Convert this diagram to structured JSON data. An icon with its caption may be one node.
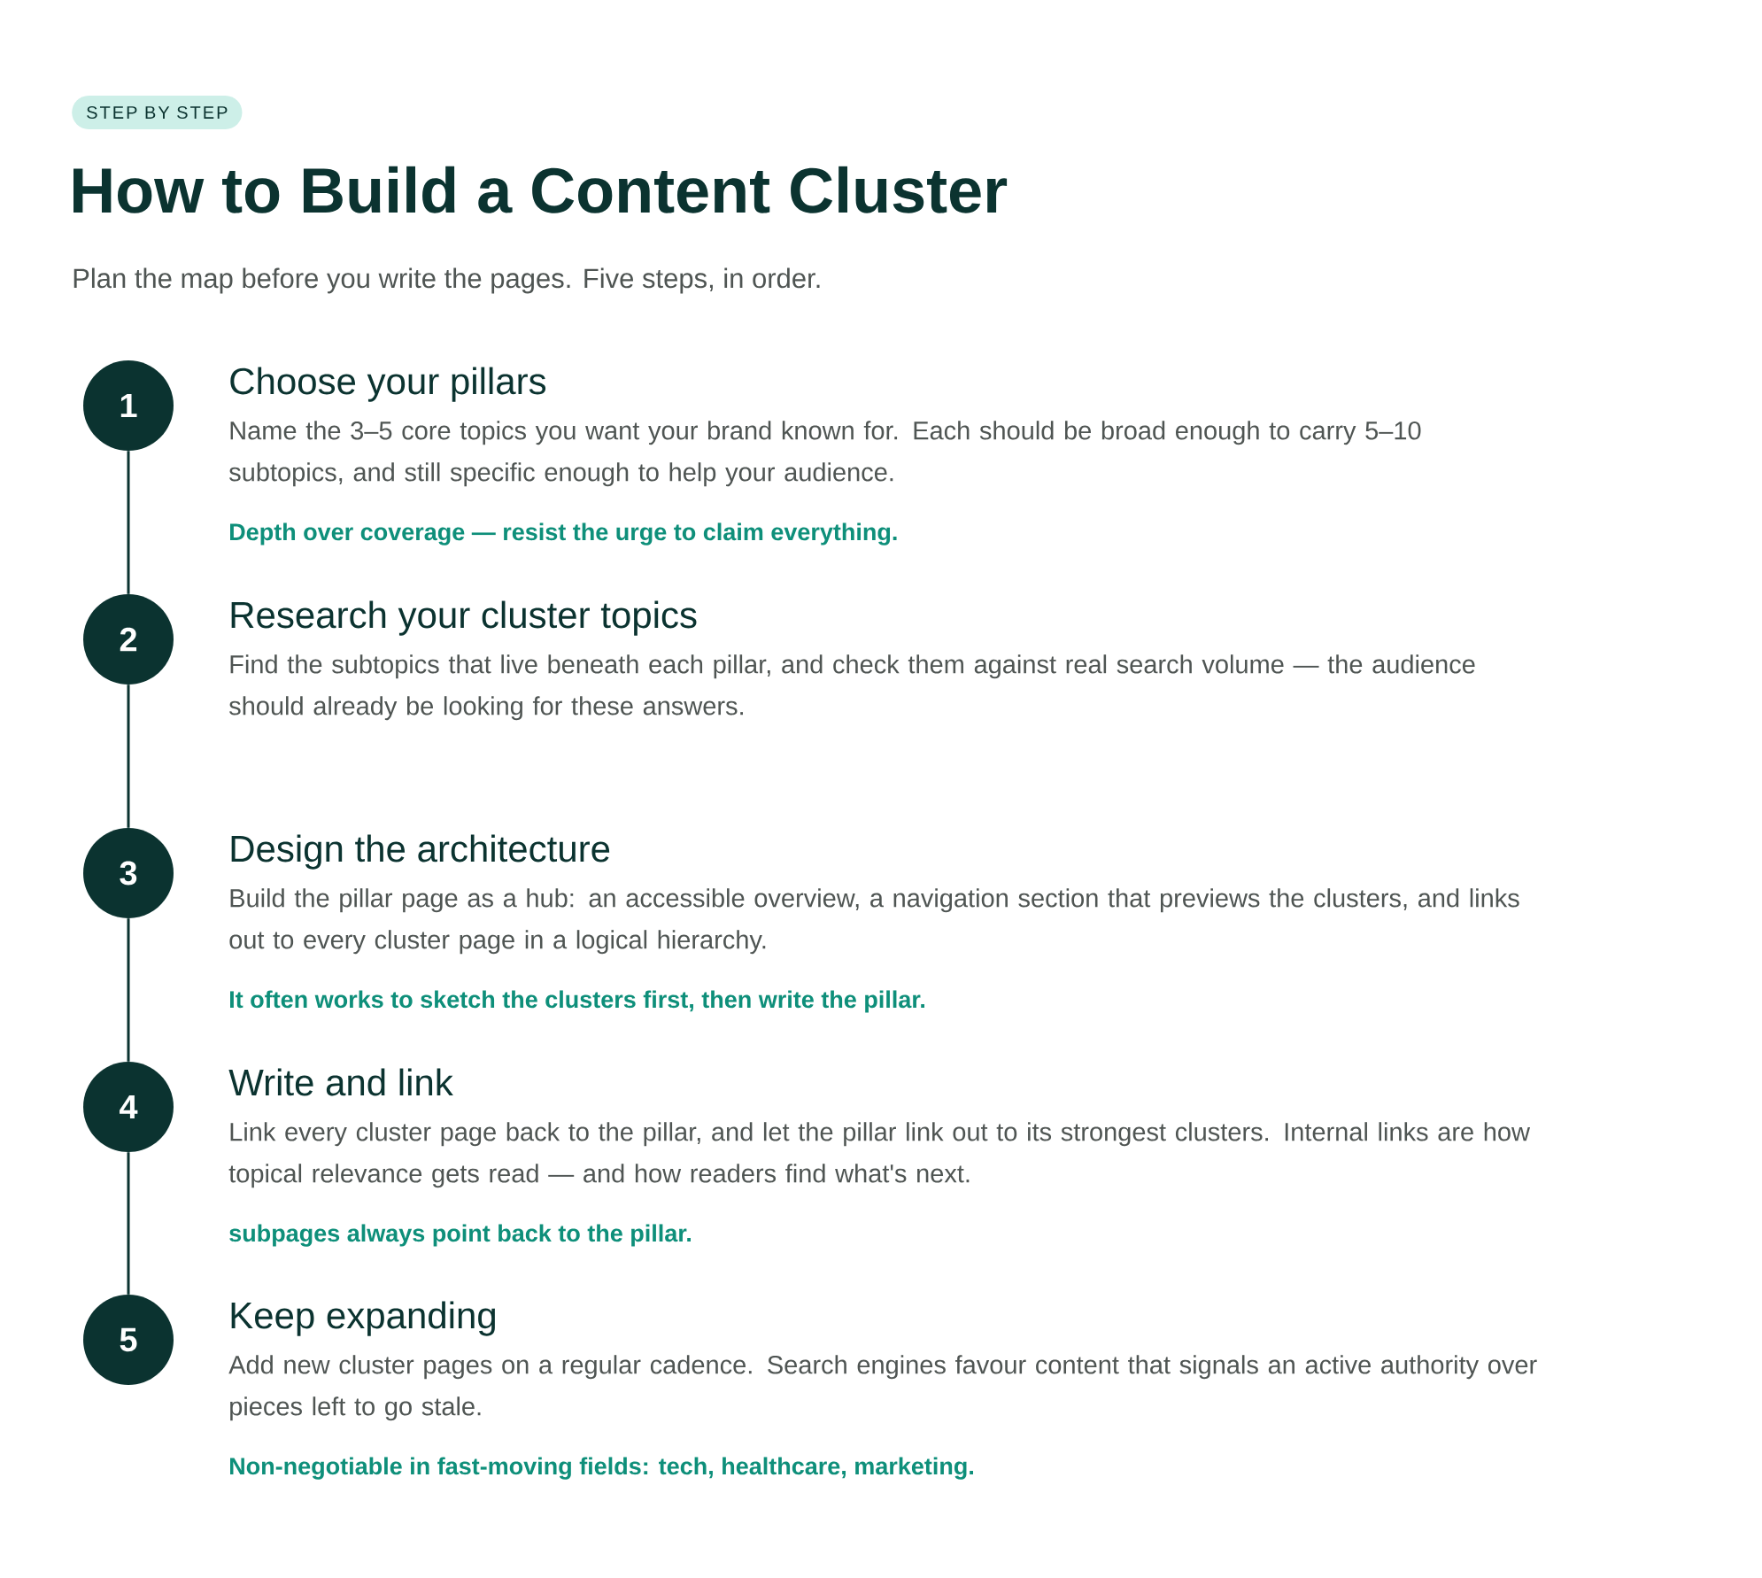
{
  "diagram": {
    "title": "How to Build a Content Cluster",
    "nodes": [
      {
        "text": [
          "1"
        ],
        "beside": [
          "Choose your pillars",
          "Name the 3–5 core topics you want your brand known for. Each should be broad enough to carry 5–10 subtopics, and still specific enough to help your audience.",
          "Depth over coverage — resist the urge to claim everything."
        ]
      },
      {
        "text": [
          "2"
        ],
        "beside": [
          "Research your cluster topics",
          "Find the subtopics that live beneath each pillar, and check them against real search volume — the audience should already be looking for these answers."
        ]
      },
      {
        "text": [
          "3"
        ],
        "beside": [
          "Design the architecture",
          "Build the pillar page as a hub: an accessible overview, a navigation section that previews the clusters, and links out to every cluster page in a logical hierarchy.",
          "It often works to sketch the clusters first, then write the pillar."
        ]
      },
      {
        "text": [
          "4"
        ],
        "beside": [
          "Write and link",
          "Link every cluster page back to the pillar, and let the pillar link out to its strongest clusters. Internal links are how topical relevance gets read — and how readers find what's next.",
          "subpages always point back to the pillar."
        ]
      },
      {
        "text": [
          "5"
        ],
        "beside": [
          "Keep expanding",
          "Add new cluster pages on a regular cadence. Search engines favour content that signals an active authority over pieces left to go stale.",
          "Non-negotiable in fast-moving fields: tech, healthcare, marketing."
        ]
      }
    ],
    "edges": [
      {
        "from": 0,
        "to": 1,
        "arrow": "none"
      },
      {
        "from": 1,
        "to": 2,
        "arrow": "none"
      },
      {
        "from": 2,
        "to": 3,
        "arrow": "none"
      },
      {
        "from": 3,
        "to": 4,
        "arrow": "none"
      }
    ],
    "labels": [
      "STEP BY STEP",
      "Plan the map before you write the pages. Five steps, in order."
    ]
  }
}
